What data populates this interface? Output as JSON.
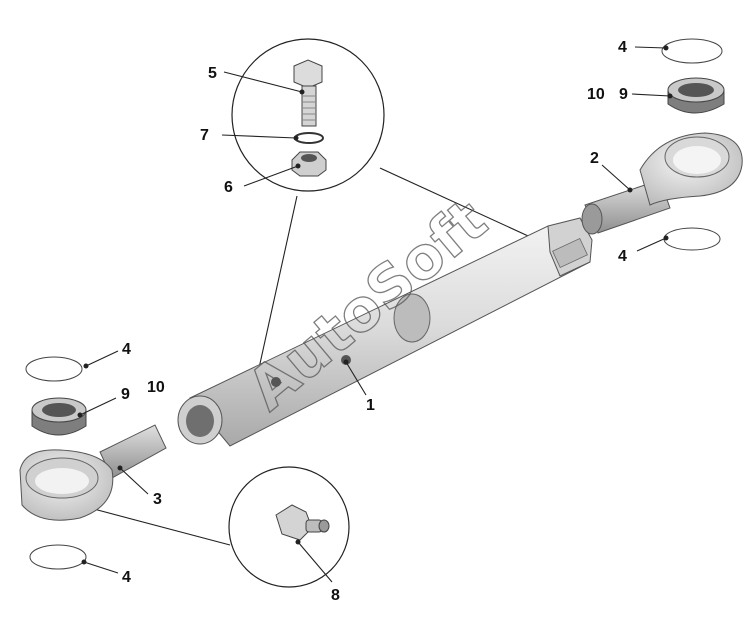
{
  "watermark": "AutoSoft",
  "callouts": {
    "c1": "1",
    "c2": "2",
    "c3": "3",
    "c4_top": "4",
    "c4_right": "4",
    "c4_left": "4",
    "c4_bottom": "4",
    "c5": "5",
    "c6": "6",
    "c7": "7",
    "c8": "8",
    "c9_right": "9",
    "c9_left": "9",
    "c10_right": "10",
    "c10_left": "10"
  },
  "colors": {
    "line": "#222222",
    "part_light": "#e6e6e6",
    "part_mid": "#c8c8c8",
    "part_dark": "#8a8a8a"
  }
}
